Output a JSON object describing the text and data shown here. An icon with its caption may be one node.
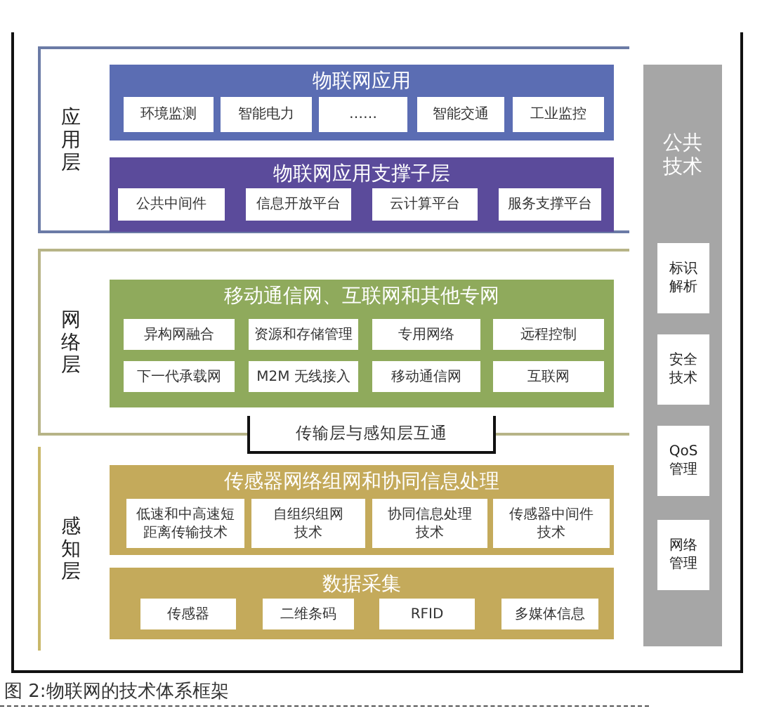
{
  "diagram": {
    "caption": "图 2:物联网的技术体系框架",
    "nodes": [
      {
        "text": [
          "应用层"
        ]
      },
      {
        "text": [
          "物联网应用"
        ],
        "in": 0
      },
      {
        "text": [
          "环境监测"
        ],
        "in": 1
      },
      {
        "text": [
          "智能电力"
        ],
        "in": 1
      },
      {
        "text": [
          "……"
        ],
        "in": 1
      },
      {
        "text": [
          "智能交通"
        ],
        "in": 1
      },
      {
        "text": [
          "工业监控"
        ],
        "in": 1
      },
      {
        "text": [
          "物联网应用支撑子层"
        ],
        "in": 0
      },
      {
        "text": [
          "公共中间件"
        ],
        "in": 7
      },
      {
        "text": [
          "信息开放平台"
        ],
        "in": 7
      },
      {
        "text": [
          "云计算平台"
        ],
        "in": 7
      },
      {
        "text": [
          "服务支撑平台"
        ],
        "in": 7
      },
      {
        "text": [
          "网络层"
        ]
      },
      {
        "text": [
          "移动通信网、互联网和其他专网"
        ],
        "in": 12
      },
      {
        "text": [
          "异构网融合"
        ],
        "in": 13
      },
      {
        "text": [
          "资源和存储管理"
        ],
        "in": 13
      },
      {
        "text": [
          "专用网络"
        ],
        "in": 13
      },
      {
        "text": [
          "远程控制"
        ],
        "in": 13
      },
      {
        "text": [
          "下一代承载网"
        ],
        "in": 13
      },
      {
        "text": [
          "M2M 无线接入"
        ],
        "in": 13
      },
      {
        "text": [
          "移动通信网"
        ],
        "in": 13
      },
      {
        "text": [
          "互联网"
        ],
        "in": 13
      },
      {
        "text": [
          "传输层与感知层互通"
        ]
      },
      {
        "text": [
          "感知层"
        ]
      },
      {
        "text": [
          "传感器网络组网和协同信息处理"
        ],
        "in": 23
      },
      {
        "text": [
          "低速和中高速短距离传输技术"
        ],
        "in": 24
      },
      {
        "text": [
          "自组织组网技术"
        ],
        "in": 24
      },
      {
        "text": [
          "协同信息处理技术"
        ],
        "in": 24
      },
      {
        "text": [
          "传感器中间件技术"
        ],
        "in": 24
      },
      {
        "text": [
          "数据采集"
        ],
        "in": 23
      },
      {
        "text": [
          "传感器"
        ],
        "in": 29
      },
      {
        "text": [
          "二维条码"
        ],
        "in": 29
      },
      {
        "text": [
          "RFID"
        ],
        "in": 29
      },
      {
        "text": [
          "多媒体信息"
        ],
        "in": 29
      },
      {
        "text": [
          "公共技术"
        ]
      },
      {
        "text": [
          "标识解析"
        ],
        "in": 34
      },
      {
        "text": [
          "安全技术"
        ],
        "in": 34
      },
      {
        "text": [
          "QoS管理"
        ],
        "in": 34
      },
      {
        "text": [
          "网络管理"
        ],
        "in": 34
      }
    ]
  }
}
